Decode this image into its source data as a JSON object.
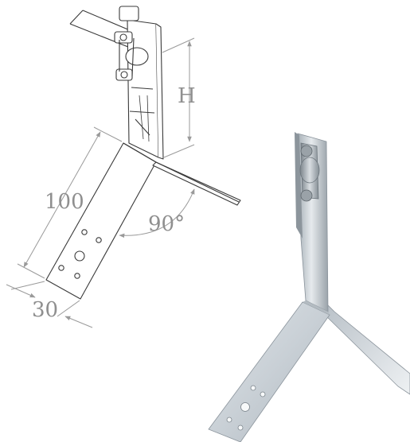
{
  "drawing": {
    "dim_length": "100",
    "dim_width": "30",
    "dim_angle": "90°",
    "dim_height": "H"
  },
  "colors": {
    "line": "#3a3a3a",
    "dimension": "#9a9a9a",
    "metal_light": "#e9edf0",
    "metal_mid": "#c4cbd1",
    "metal_dark": "#8a939b"
  }
}
